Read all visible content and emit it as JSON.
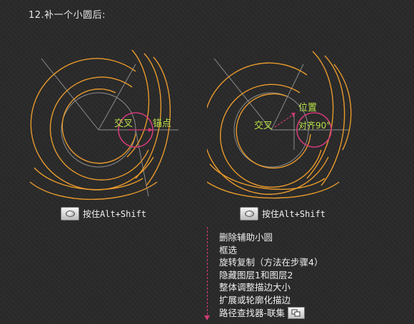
{
  "step_title": "12.补一个小圆后:",
  "left_panel": {
    "label_intersect": "交叉",
    "label_anchor": "锚点"
  },
  "right_panel": {
    "label_intersect": "交叉",
    "label_position": "位置",
    "label_align": "对齐90°"
  },
  "hint_left": {
    "icon": "mouse-key-icon",
    "text": "按住Alt+Shift"
  },
  "hint_right": {
    "icon": "mouse-key-icon",
    "text": "按住Alt+Shift"
  },
  "steps": [
    "删除辅助小圆",
    "框选",
    "旋转复制（方法在步骤4）",
    "隐藏图层1和图层2",
    "整体调整描边大小",
    "扩展或轮廓化描边",
    "路径查找器-联集"
  ],
  "colors": {
    "orange": "#e89a2c",
    "magenta": "#d23b7a",
    "guide": "#8c8c8c",
    "label": "#b8e04a"
  }
}
